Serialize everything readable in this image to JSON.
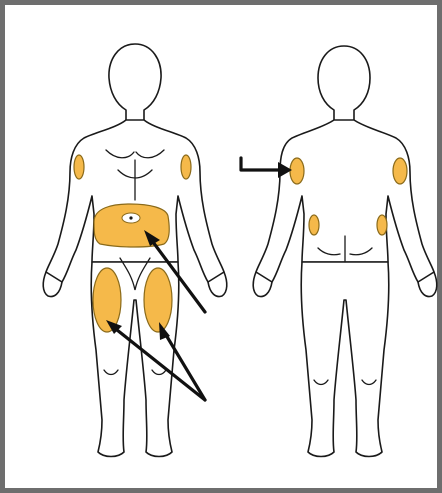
{
  "figure": {
    "views": [
      "front",
      "back"
    ],
    "injection_sites": {
      "front": [
        "right-upper-arm",
        "left-upper-arm",
        "abdomen",
        "right-thigh",
        "left-thigh"
      ],
      "back": [
        "right-upper-arm",
        "left-upper-arm",
        "right-flank",
        "left-flank"
      ]
    },
    "arrows": {
      "front": [
        "abdomen",
        "right-thigh",
        "left-thigh"
      ],
      "back": [
        "upper-arm"
      ]
    }
  },
  "colors": {
    "site_fill": "#f5b94a",
    "outline": "#1a1a1a",
    "arrow": "#111111",
    "frame": "#6e6e6e"
  }
}
